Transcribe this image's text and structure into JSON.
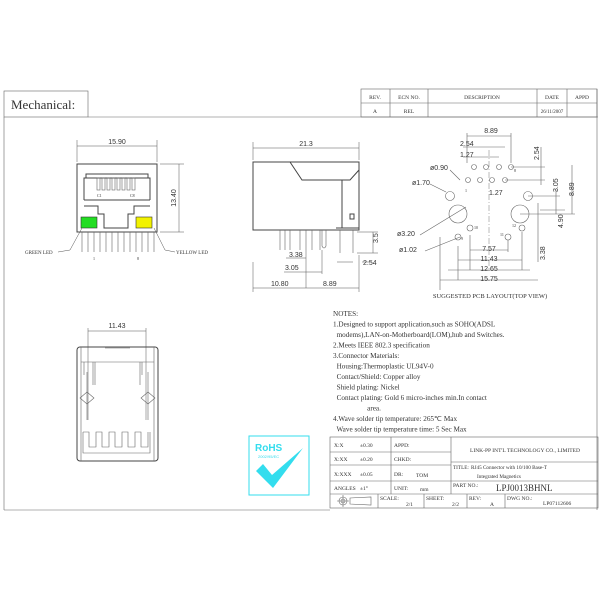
{
  "header": {
    "title": "Mechanical:"
  },
  "revision_table": {
    "headers": [
      "REV.",
      "ECN NO.",
      "DESCRIPTION",
      "DATE",
      "APPD"
    ],
    "row": [
      "A",
      "REL",
      "",
      "26/11/2007",
      ""
    ]
  },
  "front_view": {
    "width_dim": "15.90",
    "height_dim": "13.40",
    "green_led_label": "GREEN LED",
    "yellow_led_label": "YELLOW LED",
    "pin_first": "1",
    "pin_last": "8",
    "contact_left": "C1",
    "contact_right": "C8",
    "green_color": "#22dd22",
    "yellow_color": "#f2f200"
  },
  "side_view": {
    "length_dim": "21.3",
    "dims": [
      "3.38",
      "3.05",
      "10.80",
      "8.89",
      "3.5",
      "2.54"
    ]
  },
  "pcb_layout": {
    "dims": [
      "8.89",
      "2.54",
      "1.27",
      "ø0.90",
      "ø1.70",
      "1.27",
      "ø3.20",
      "ø1.02",
      "7.57",
      "11.43",
      "12.65",
      "15.75",
      "2.54",
      "3.05",
      "8.89",
      "4.90",
      "3.38"
    ],
    "pin_labels": [
      "1",
      "8",
      "9",
      "10",
      "11",
      "12"
    ],
    "caption": "SUGGESTED PCB LAYOUT(TOP VIEW)"
  },
  "bottom_view": {
    "width_dim": "11.43"
  },
  "notes": {
    "title": "NOTES:",
    "lines": [
      "1.Designed to support application,such as SOHO(ADSL",
      "  modems),LAN-on-Motherboard(LOM),hub and Switches.",
      "2.Meets IEEE 802.3 specification",
      "3.Connector Materials:",
      "  Housing:Thermoplastic UL94V-0",
      "  Contact/Shield: Copper alloy",
      "  Shield plating: Nickel",
      "  Contact plating: Gold 6 micro-inches min.In contact",
      "                   area.",
      "4.Wave solder tip temperature: 265℃ Max",
      "  Wave solder tip temperature time: 5 Sec Max"
    ]
  },
  "rohs": {
    "label": "RoHS",
    "sub": "2002/95/EC",
    "color": "#33ddee"
  },
  "title_block": {
    "tolerances": [
      [
        "X:X",
        "±0.30"
      ],
      [
        "X:XX",
        "±0.20"
      ],
      [
        "X:XXX",
        "±0.05"
      ],
      [
        "ANGLES",
        "±1°"
      ]
    ],
    "appd": "APPD:",
    "chkd": "CHKD:",
    "dr": "DR:",
    "dr_value": "TOM",
    "unit": "UNIT:",
    "unit_value": "mm",
    "company": "LINK-PP INT'L TECHNOLOGY CO., LIMITED",
    "title_label": "TITLE:",
    "title_line1": "RJ45 Connector with 10/100 Base-T",
    "title_line2": "Integrated Magnetics",
    "part_no_label": "PART NO.:",
    "part_no": "LPJ0013BHNL",
    "scale_label": "SCALE:",
    "scale": "2/1",
    "sheet_label": "SHEET:",
    "sheet": "2/2",
    "rev_label": "REV:",
    "rev": "A",
    "dwg_label": "DWG NO.:",
    "dwg": "LP07112606"
  }
}
